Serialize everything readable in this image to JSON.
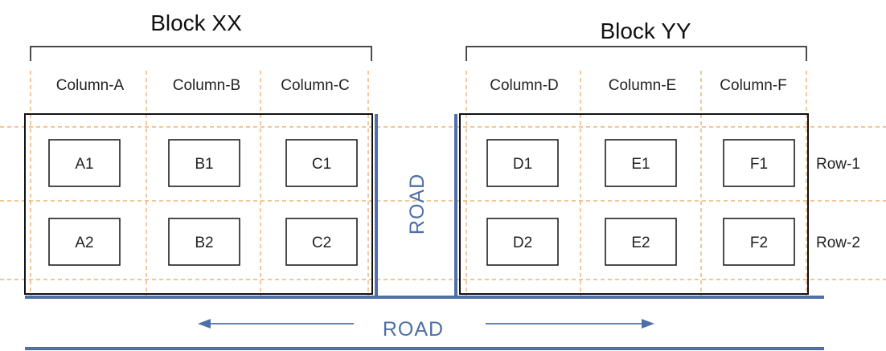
{
  "blocks": {
    "left": {
      "title": "Block XX",
      "columns": [
        "Column-A",
        "Column-B",
        "Column-C"
      ]
    },
    "right": {
      "title": "Block YY",
      "columns": [
        "Column-D",
        "Column-E",
        "Column-F"
      ]
    }
  },
  "rows": [
    "Row-1",
    "Row-2"
  ],
  "cells": {
    "row1": [
      "A1",
      "B1",
      "C1",
      "D1",
      "E1",
      "F1"
    ],
    "row2": [
      "A2",
      "B2",
      "C2",
      "D2",
      "E2",
      "F2"
    ]
  },
  "roads": {
    "vertical_label": "ROAD",
    "horizontal_label": "ROAD",
    "color": "#4f6fa8"
  },
  "colors": {
    "guide_dashed": "#e8a35a",
    "outline": "#111111"
  }
}
